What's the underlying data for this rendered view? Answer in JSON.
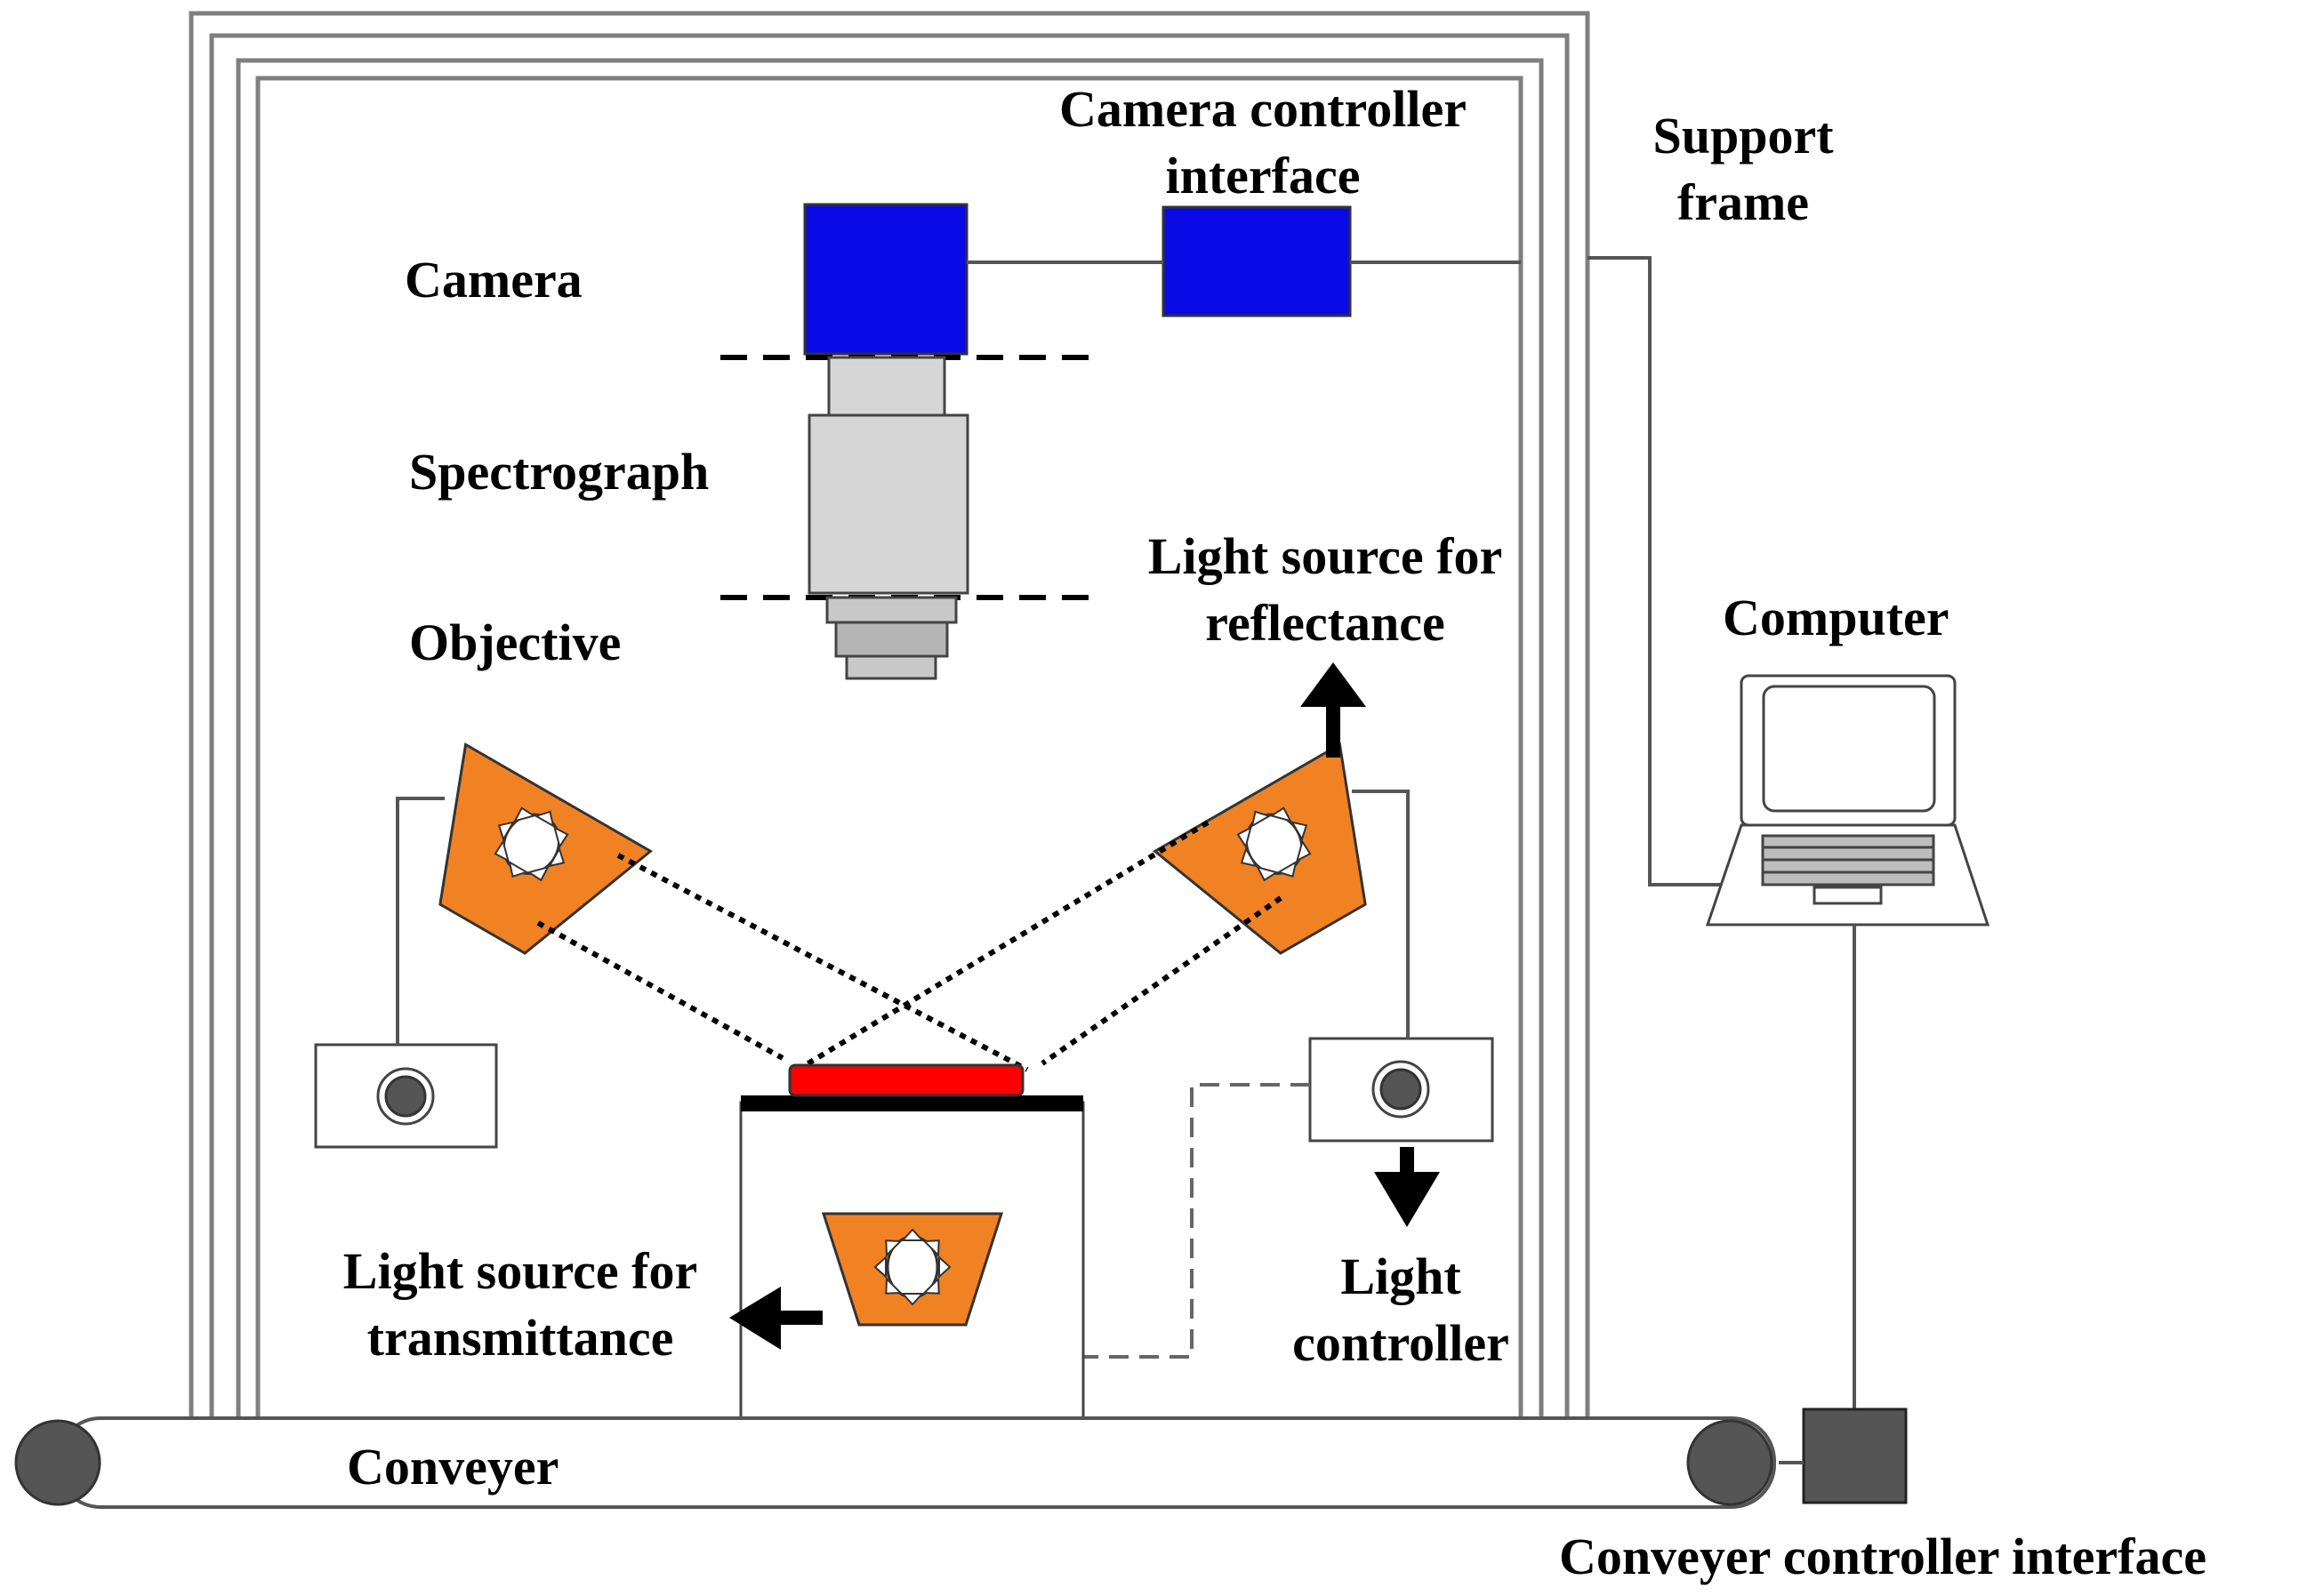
{
  "labels": {
    "camera_controller_interface": [
      "Camera controller",
      "interface"
    ],
    "support_frame": [
      "Support",
      "frame"
    ],
    "camera": "Camera",
    "spectrograph": "Spectrograph",
    "objective": "Objective",
    "light_source_reflectance": [
      "Light source for",
      "reflectance"
    ],
    "computer": "Computer",
    "light_source_transmittance": [
      "Light source for",
      "transmittance"
    ],
    "light_controller": [
      "Light",
      "controller"
    ],
    "conveyer": "Conveyer",
    "conveyer_controller_interface": "Conveyer controller interface"
  },
  "colors": {
    "camera": "#0a0ae6",
    "spectrograph": "#d6d6d6",
    "lamp": "#f08224",
    "sample": "#ff0000",
    "frame": "#7f7f7f",
    "controller_box": "#555555"
  },
  "icons": [
    "camera-icon",
    "lamp-icon",
    "laptop-icon",
    "roller-icon",
    "arrow-icon"
  ]
}
